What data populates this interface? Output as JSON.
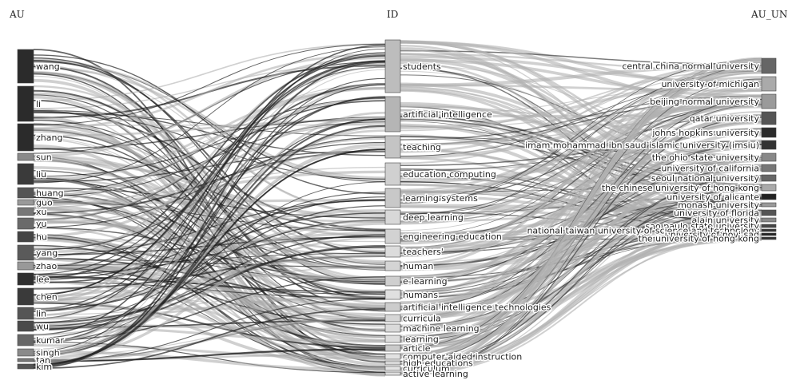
{
  "columns": [
    {
      "key": "au",
      "title": "AU"
    },
    {
      "key": "id",
      "title": "ID"
    },
    {
      "key": "au_un",
      "title": "AU_UN"
    }
  ],
  "au": [
    {
      "label": "wang",
      "color": "#2b2b2b"
    },
    {
      "label": "li",
      "color": "#2b2b2b"
    },
    {
      "label": "zhang",
      "color": "#2b2b2b"
    },
    {
      "label": "sun",
      "color": "#8a8a8a"
    },
    {
      "label": "liu",
      "color": "#3a3a3a"
    },
    {
      "label": "huang",
      "color": "#555555"
    },
    {
      "label": "guo",
      "color": "#9a9a9a"
    },
    {
      "label": "xu",
      "color": "#777777"
    },
    {
      "label": "yu",
      "color": "#6a6a6a"
    },
    {
      "label": "hu",
      "color": "#444444"
    },
    {
      "label": "yang",
      "color": "#5a5a5a"
    },
    {
      "label": "zhao",
      "color": "#999999"
    },
    {
      "label": "lee",
      "color": "#2f2f2f"
    },
    {
      "label": "chen",
      "color": "#3a3a3a"
    },
    {
      "label": "lin",
      "color": "#555555"
    },
    {
      "label": "wu",
      "color": "#4a4a4a"
    },
    {
      "label": "kumar",
      "color": "#666666"
    },
    {
      "label": "singh",
      "color": "#8a8a8a"
    },
    {
      "label": "tan",
      "color": "#777777"
    },
    {
      "label": "kim",
      "color": "#555555"
    }
  ],
  "id": [
    {
      "label": "students",
      "color": "#bdbdbd"
    },
    {
      "label": "artificial intelligence",
      "color": "#b5b5b5"
    },
    {
      "label": "teaching",
      "color": "#c4c4c4"
    },
    {
      "label": "education computing",
      "color": "#d0d0d0"
    },
    {
      "label": "learning systems",
      "color": "#c8c8c8"
    },
    {
      "label": "deep learning",
      "color": "#d8d8d8"
    },
    {
      "label": "engineering education",
      "color": "#d2d2d2"
    },
    {
      "label": "teachers'",
      "color": "#dcdcdc"
    },
    {
      "label": "human",
      "color": "#d4d4d4"
    },
    {
      "label": "e-learning",
      "color": "#cfcfcf"
    },
    {
      "label": "humans",
      "color": "#e0e0e0"
    },
    {
      "label": "artificial intelligence technologies",
      "color": "#cccccc"
    },
    {
      "label": "curricula",
      "color": "#d6d6d6"
    },
    {
      "label": "machine learning",
      "color": "#dadada"
    },
    {
      "label": "learning",
      "color": "#dddddd"
    },
    {
      "label": "article",
      "color": "#cacaca"
    },
    {
      "label": "computer aided instruction",
      "color": "#e2e2e2"
    },
    {
      "label": "high educations",
      "color": "#d8d8d8"
    },
    {
      "label": "curriculum",
      "color": "#e4e4e4"
    },
    {
      "label": "active learning",
      "color": "#dfdfdf"
    }
  ],
  "au_un": [
    {
      "label": "central china normal university",
      "color": "#666666"
    },
    {
      "label": "university of michigan",
      "color": "#aaaaaa"
    },
    {
      "label": "beijing normal university",
      "color": "#9a9a9a"
    },
    {
      "label": "qatar university",
      "color": "#555555"
    },
    {
      "label": "johns hopkins university",
      "color": "#2b2b2b"
    },
    {
      "label": "imam mohammad ibn saud islamic university (imsiu)",
      "color": "#333333"
    },
    {
      "label": "the ohio state university",
      "color": "#888888"
    },
    {
      "label": "university of california",
      "color": "#777777"
    },
    {
      "label": "seoul national university",
      "color": "#666666"
    },
    {
      "label": "the chinese university of hong kong",
      "color": "#aaaaaa"
    },
    {
      "label": "university of alicante",
      "color": "#222222"
    },
    {
      "label": "monash university",
      "color": "#999999"
    },
    {
      "label": "university of florida",
      "color": "#555555"
    },
    {
      "label": "alain university",
      "color": "#888888"
    },
    {
      "label": "sao paulo state university",
      "color": "#444444"
    },
    {
      "label": "national taiwan university of science and technology",
      "color": "#333333"
    },
    {
      "label": "university of novi sad",
      "color": "#222222"
    },
    {
      "label": "the university of hong kong",
      "color": "#333333"
    }
  ]
}
